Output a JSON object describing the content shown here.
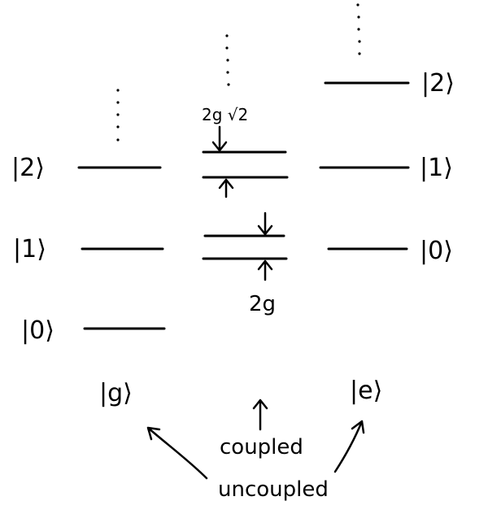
{
  "left_column": {
    "kets": [
      "|2⟩",
      "|1⟩",
      "|0⟩"
    ],
    "state_label": "|g⟩"
  },
  "right_column": {
    "kets": [
      "|2⟩",
      "|1⟩",
      "|0⟩"
    ],
    "state_label": "|e⟩"
  },
  "middle_column": {
    "upper_splitting": "2g √2",
    "lower_splitting": "2g"
  },
  "annotations": {
    "coupled": "coupled",
    "uncoupled": "uncoupled"
  }
}
